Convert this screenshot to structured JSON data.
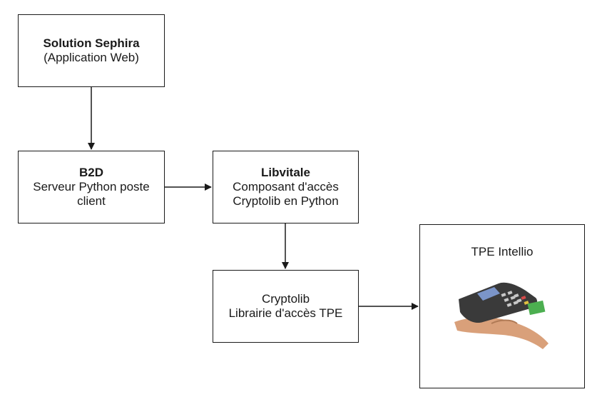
{
  "nodes": {
    "sephira": {
      "title": "Solution Sephira",
      "subtitle": "(Application Web)"
    },
    "b2d": {
      "title": "B2D",
      "line1": "Serveur Python poste",
      "line2": "client"
    },
    "libvitale": {
      "title": "Libvitale",
      "line1": "Composant d'accès",
      "line2": "Cryptolib en Python"
    },
    "cryptolib": {
      "line1": "Cryptolib",
      "line2": "Librairie d'accès TPE"
    },
    "tpe": {
      "title": "TPE Intellio"
    }
  },
  "edges": [
    {
      "from": "sephira",
      "to": "b2d"
    },
    {
      "from": "b2d",
      "to": "libvitale"
    },
    {
      "from": "libvitale",
      "to": "cryptolib"
    },
    {
      "from": "cryptolib",
      "to": "tpe"
    }
  ],
  "colors": {
    "stroke": "#1a1a1a",
    "terminal_body": "#3a3a3a",
    "card": "#4caf50",
    "hand": "#d9a07a"
  }
}
